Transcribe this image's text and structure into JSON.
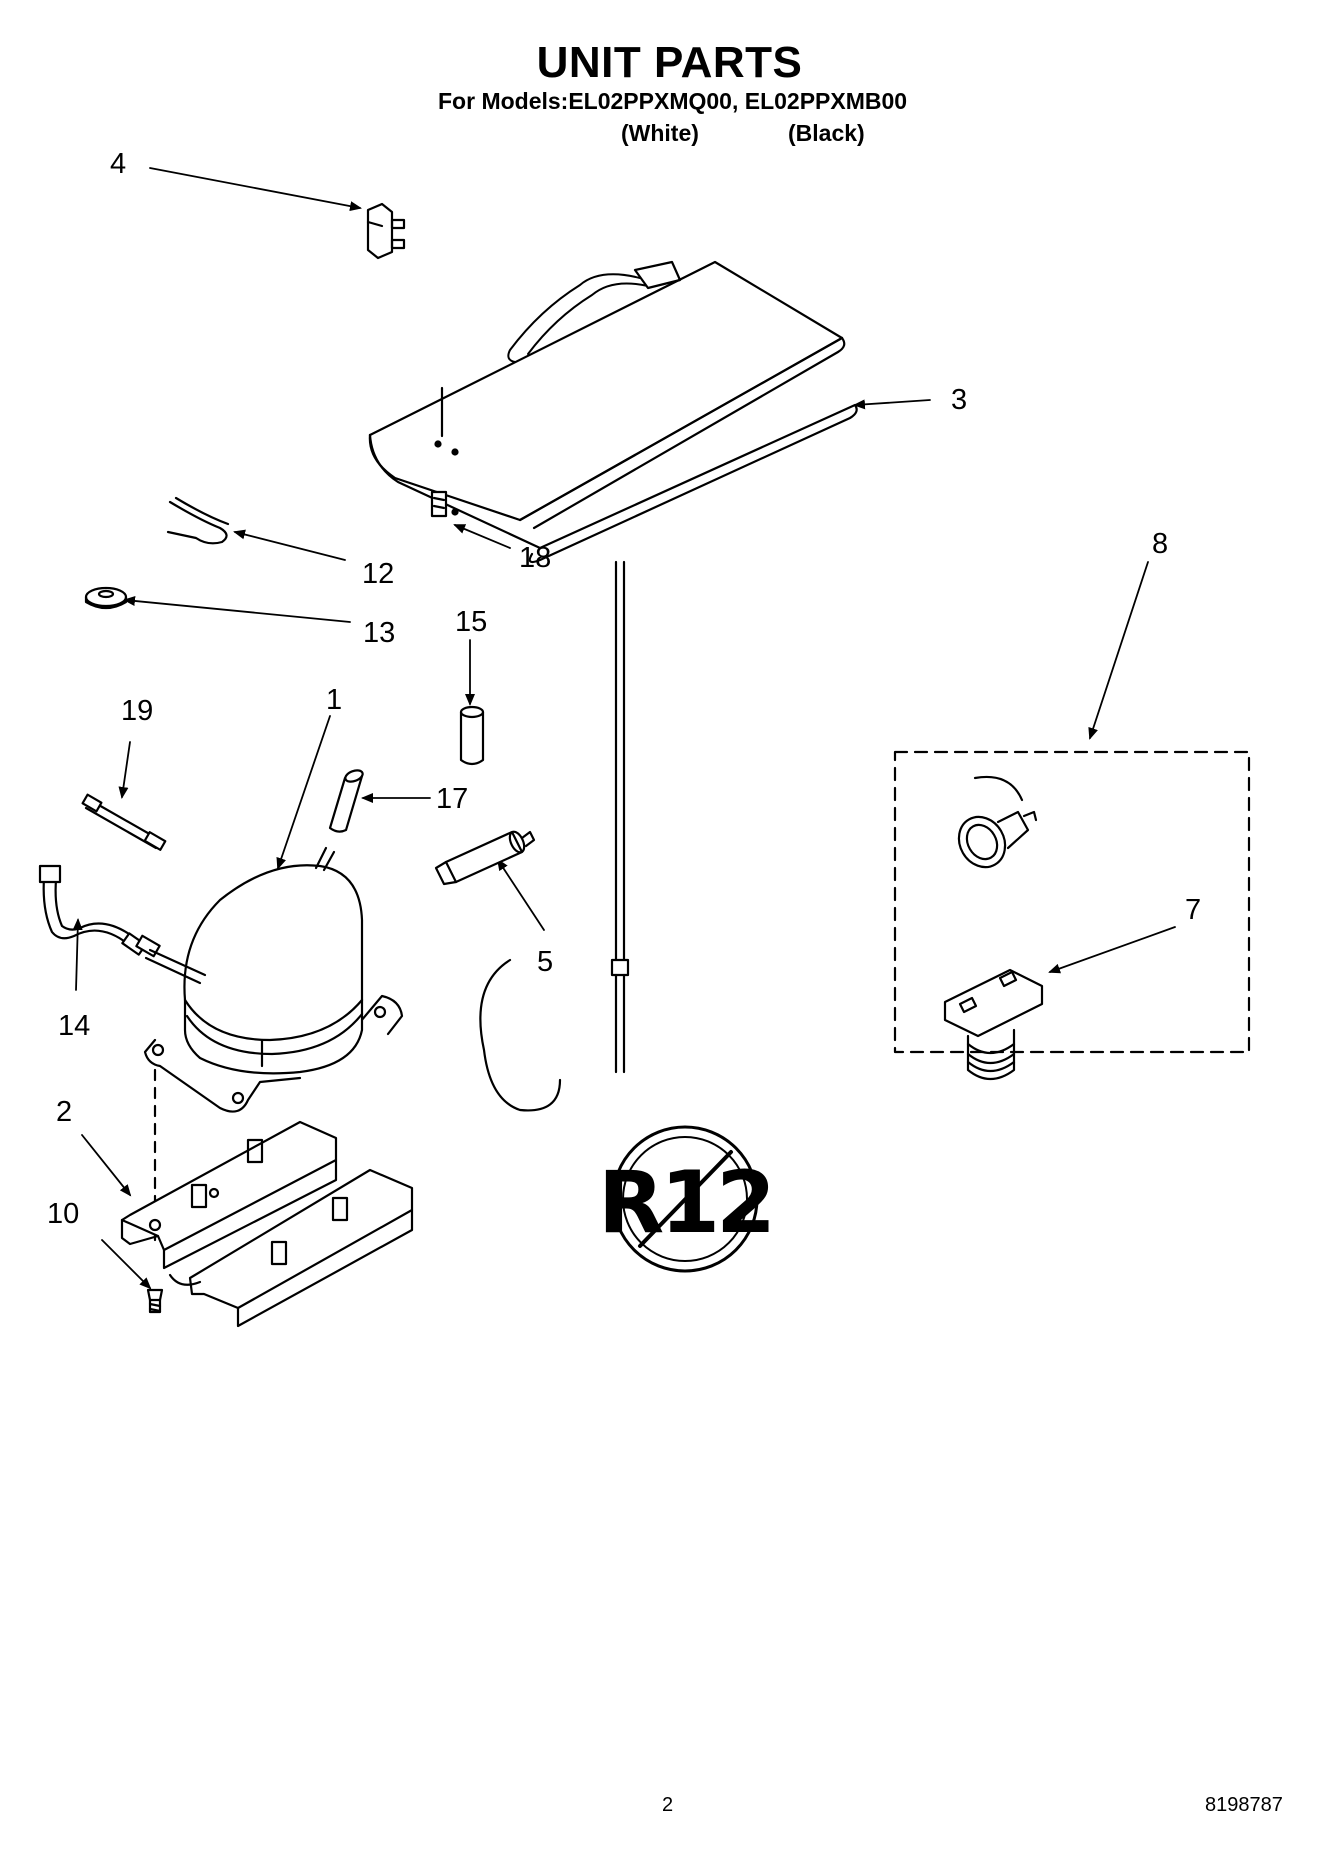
{
  "header": {
    "title": "UNIT PARTS",
    "models_line": "For Models:EL02PPXMQ00, EL02PPXMB00",
    "variant_white": "(White)",
    "variant_black": "(Black)"
  },
  "callouts": [
    "4",
    "3",
    "18",
    "12",
    "13",
    "15",
    "1",
    "19",
    "17",
    "14",
    "5",
    "2",
    "10",
    "8",
    "7"
  ],
  "badge": {
    "text": "R12"
  },
  "footer": {
    "page_number": "2",
    "doc_number": "8198787"
  }
}
